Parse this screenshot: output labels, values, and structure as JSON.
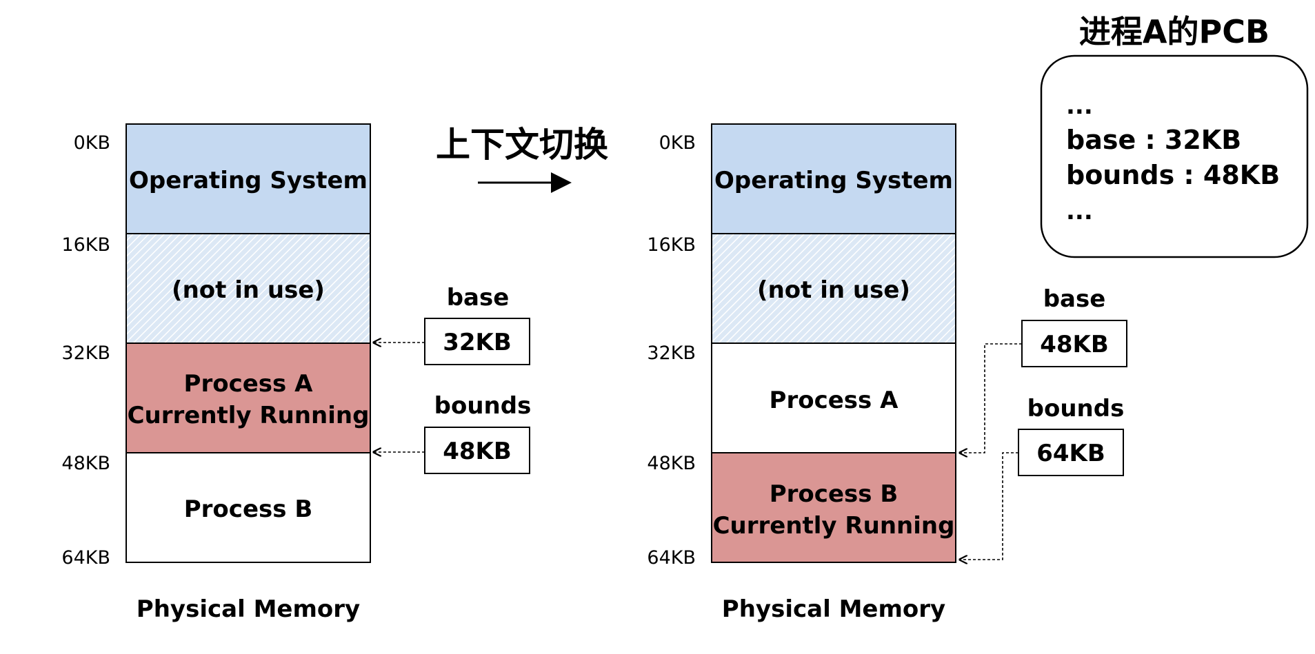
{
  "switch_label": "上下文切换",
  "pcb": {
    "title": "进程A的PCB",
    "lines": [
      "...",
      "base : 32KB",
      "bounds : 48KB",
      "..."
    ]
  },
  "before": {
    "addresses": [
      "0KB",
      "16KB",
      "32KB",
      "48KB",
      "64KB"
    ],
    "blocks": [
      {
        "lines": [
          "Operating System"
        ],
        "fill": "#c5d9f1",
        "pattern": false
      },
      {
        "lines": [
          "(not in use)"
        ],
        "fill": "#dce8f5",
        "pattern": true
      },
      {
        "lines": [
          "Process A",
          "Currently Running"
        ],
        "fill": "#da9694",
        "pattern": false
      },
      {
        "lines": [
          "Process B"
        ],
        "fill": "#ffffff",
        "pattern": false
      }
    ],
    "caption": "Physical Memory",
    "base_label": "base",
    "base_value": "32KB",
    "bounds_label": "bounds",
    "bounds_value": "48KB"
  },
  "after": {
    "addresses": [
      "0KB",
      "16KB",
      "32KB",
      "48KB",
      "64KB"
    ],
    "blocks": [
      {
        "lines": [
          "Operating System"
        ],
        "fill": "#c5d9f1",
        "pattern": false
      },
      {
        "lines": [
          "(not in use)"
        ],
        "fill": "#dce8f5",
        "pattern": true
      },
      {
        "lines": [
          "Process A"
        ],
        "fill": "#ffffff",
        "pattern": false
      },
      {
        "lines": [
          "Process B",
          "Currently Running"
        ],
        "fill": "#da9694",
        "pattern": false
      }
    ],
    "caption": "Physical Memory",
    "base_label": "base",
    "base_value": "48KB",
    "bounds_label": "bounds",
    "bounds_value": "64KB"
  }
}
